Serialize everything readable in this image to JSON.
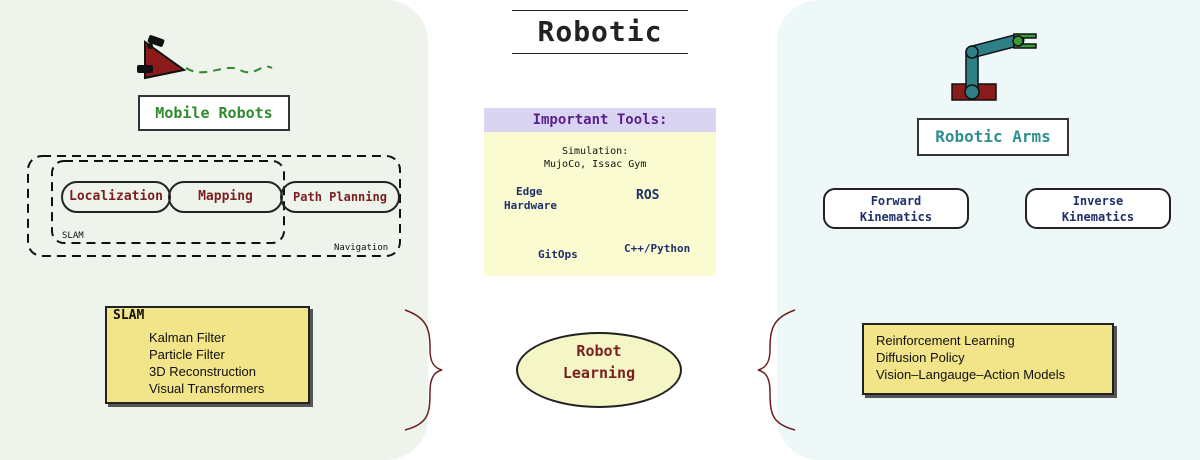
{
  "title": "Robotic",
  "mobile": {
    "label": "Mobile Robots",
    "pills": {
      "localization": "Localization",
      "mapping": "Mapping",
      "path_planning": "Path Planning"
    },
    "slam_tag": "SLAM",
    "navigation_tag": "Navigation",
    "slam_box": {
      "title": "SLAM",
      "items": [
        "Kalman Filter",
        "Particle Filter",
        "3D Reconstruction",
        "Visual Transformers"
      ]
    }
  },
  "tools": {
    "header": "Important Tools:",
    "simulation_line1": "Simulation:",
    "simulation_line2": "MujoCo, Issac Gym",
    "edge_line1": "Edge",
    "edge_line2": "Hardware",
    "ros": "ROS",
    "cpp_python": "C++/Python",
    "gitops": "GitOps"
  },
  "learning": {
    "line1": "Robot",
    "line2": "Learning"
  },
  "arms": {
    "label": "Robotic Arms",
    "forward_line1": "Forward",
    "forward_line2": "Kinematics",
    "inverse_line1": "Inverse",
    "inverse_line2": "Kinematics",
    "rl_box": {
      "items": [
        "Reinforcement Learning",
        "Diffusion Policy",
        "Vision–Langauge–Action Models"
      ]
    }
  },
  "colors": {
    "left_panel": "#eef3ec",
    "right_panel": "#eef8f8",
    "star": "#a6426f",
    "box_fill": "#f2e488",
    "tools_fill": "#fbfbd2",
    "tools_header": "#d8d4f2",
    "robot_red": "#8b1a1a",
    "arm_teal": "#2f7f86",
    "gripper_green": "#3a9a3a"
  }
}
